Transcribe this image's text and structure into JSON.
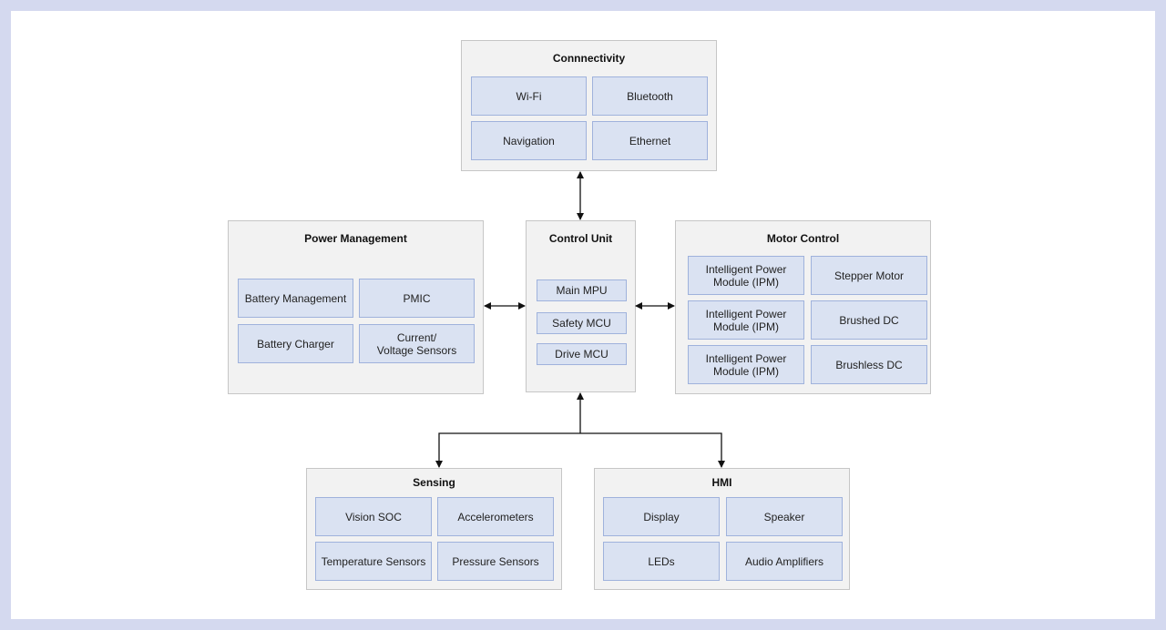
{
  "groups": {
    "connectivity": {
      "title": "Connnectivity",
      "items": [
        "Wi-Fi",
        "Bluetooth",
        "Navigation",
        "Ethernet"
      ]
    },
    "power": {
      "title": "Power Management",
      "items": [
        "Battery Management",
        "PMIC",
        "Battery Charger",
        "Current/\nVoltage Sensors"
      ]
    },
    "control": {
      "title": "Control Unit",
      "items": [
        "Main MPU",
        "Safety MCU",
        "Drive MCU"
      ]
    },
    "motor": {
      "title": "Motor Control",
      "items": [
        "Intelligent Power\nModule (IPM)",
        "Stepper Motor",
        "Intelligent Power\nModule (IPM)",
        "Brushed DC",
        "Intelligent Power\nModule (IPM)",
        "Brushless DC"
      ]
    },
    "sensing": {
      "title": "Sensing",
      "items": [
        "Vision SOC",
        "Accelerometers",
        "Temperature Sensors",
        "Pressure Sensors"
      ]
    },
    "hmi": {
      "title": "HMI",
      "items": [
        "Display",
        "Speaker",
        "LEDs",
        "Audio Amplifiers"
      ]
    }
  }
}
